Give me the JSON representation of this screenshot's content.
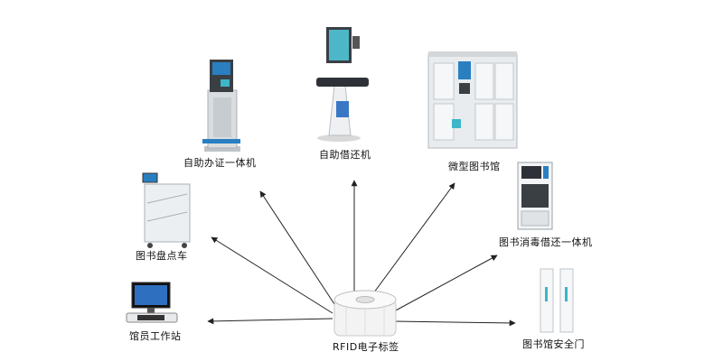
{
  "center": {
    "label": "RFID电子标签"
  },
  "devices": [
    {
      "id": "self-service-kiosk",
      "label": "自助办证一体机"
    },
    {
      "id": "self-checkout",
      "label": "自助借还机"
    },
    {
      "id": "micro-library",
      "label": "微型图书馆"
    },
    {
      "id": "inventory-cart",
      "label": "图书盘点车"
    },
    {
      "id": "disinfect-machine",
      "label": "图书消毒借还一体机"
    },
    {
      "id": "staff-workstation",
      "label": "馆员工作站"
    },
    {
      "id": "security-gate",
      "label": "图书馆安全门"
    }
  ],
  "colors": {
    "arrow": "#222222",
    "device_body": "#d9dde0",
    "screen": "#2a7fc1",
    "accent": "#3cb6c8"
  }
}
